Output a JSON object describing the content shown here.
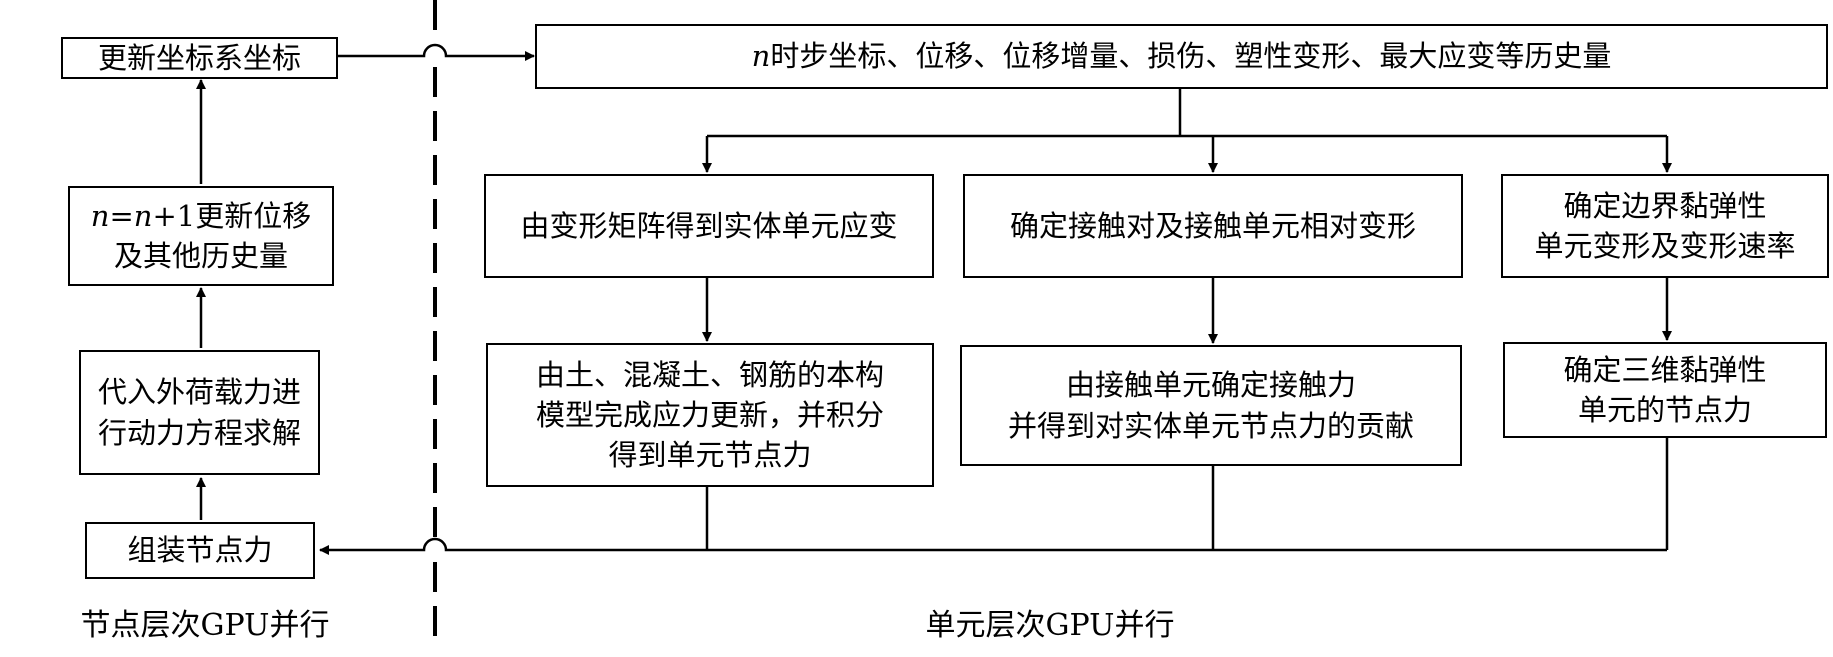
{
  "diagram": {
    "title": "",
    "node_level": {
      "caption": "节点层次GPU并行",
      "update_coords": "更新坐标系坐标",
      "update_disp": {
        "n1": "n",
        "eq": "=",
        "n2": "n",
        "rest": "+1更新位移",
        "line2": "及其他历史量"
      },
      "solve": {
        "line1": "代入外荷载力进",
        "line2": "行动力方程求解"
      },
      "assemble": "组装节点力"
    },
    "element_level": {
      "caption": "单元层次GPU并行",
      "history": {
        "n": "n",
        "rest": "时步坐标、位移、位移增量、损伤、塑性变形、最大应变等历史量"
      },
      "solid_strain": "由变形矩阵得到实体单元应变",
      "contact_deform": "确定接触对及接触单元相对变形",
      "viscoelastic_deform": {
        "line1": "确定边界黏弹性",
        "line2": "单元变形及变形速率"
      },
      "stress_update": {
        "line1": "由土、混凝土、钢筋的本构",
        "line2": "模型完成应力更新，并积分",
        "line3": "得到单元节点力"
      },
      "contact_force": {
        "line1": "由接触单元确定接触力",
        "line2": "并得到对实体单元节点力的贡献"
      },
      "viscoelastic_force": {
        "line1": "确定三维黏弹性",
        "line2": "单元的节点力"
      }
    }
  }
}
